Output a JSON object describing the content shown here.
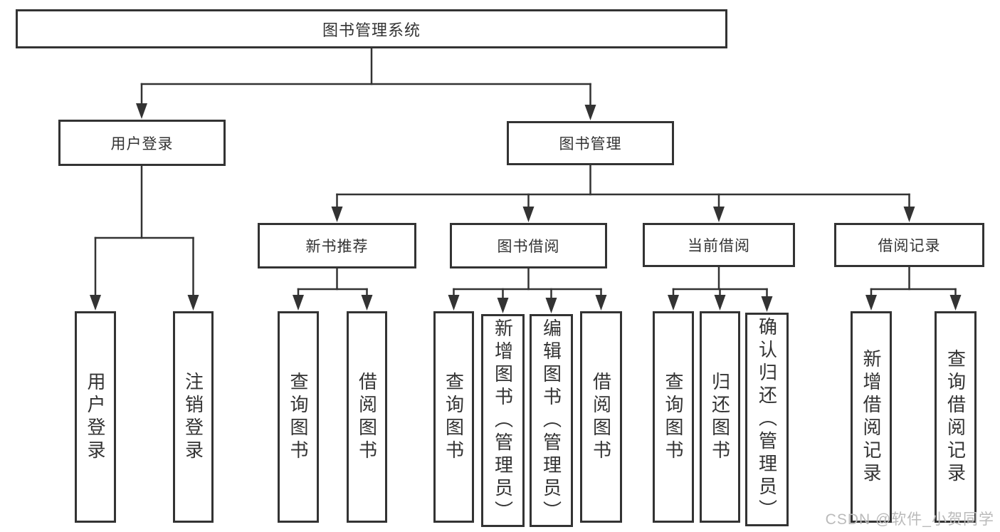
{
  "diagram": {
    "title": "图书管理系统",
    "level2": {
      "user_login": "用户登录",
      "book_mgmt": "图书管理"
    },
    "level3": {
      "new_book_recommend": "新书推荐",
      "book_borrow": "图书借阅",
      "current_borrow": "当前借阅",
      "borrow_records": "借阅记录"
    },
    "leaves": {
      "user_login": [
        "用户登录",
        "注销登录"
      ],
      "new_book_recommend": [
        "查询图书",
        "借阅图书"
      ],
      "book_borrow": [
        "查询图书",
        "新增图书（管理员）",
        "编辑图书（管理员）",
        "借阅图书"
      ],
      "current_borrow": [
        "查询图书",
        "归还图书",
        "确认归还（管理员）"
      ],
      "borrow_records": [
        "新增借阅记录",
        "查询借阅记录"
      ]
    },
    "watermark": "CSDN @软件_小贺同学",
    "colors": {
      "line": "#333333",
      "text": "#333333",
      "watermark": "#bababa",
      "background": "#ffffff"
    }
  }
}
